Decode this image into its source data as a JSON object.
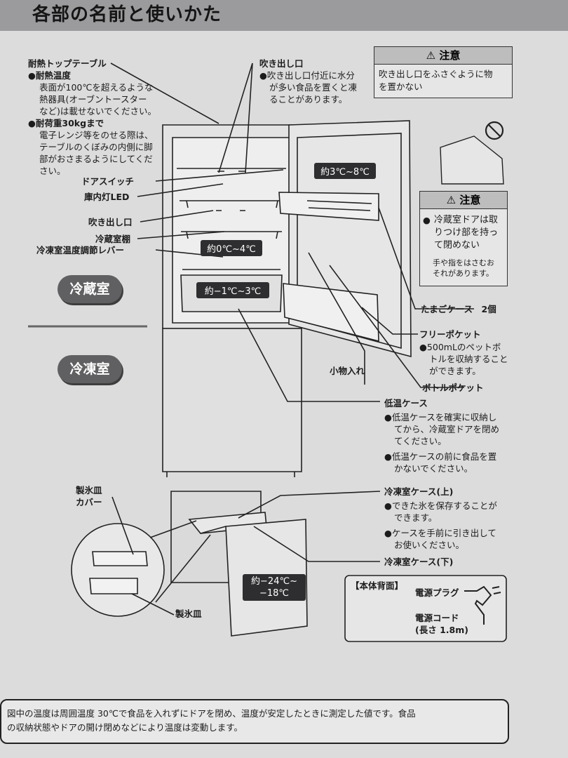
{
  "header": {
    "title": "各部の名前と使いかた"
  },
  "caution1": {
    "title": "注意",
    "lines": [
      "吹き出し口をふさぐように物",
      "を置かない"
    ]
  },
  "caution2": {
    "title": "注意",
    "lines": [
      "冷蔵室ドアは取",
      "りつけ部を持っ",
      "て閉めない"
    ],
    "sub": [
      "手や指をはさむお",
      "それがあります。"
    ]
  },
  "labels": {
    "top_table": "耐熱トップテーブル",
    "heat_title": "●耐熱温度",
    "heat_lines": [
      "表面が100℃を超えるような",
      "熱器具(オーブントースター",
      "など)は載せないでください。"
    ],
    "load_title": "●耐荷重30kgまで",
    "load_lines": [
      "電子レンジ等をのせる際は、",
      "テーブルのくぼみの内側に脚",
      "部がおさまるようにしてくだ",
      "さい。"
    ],
    "outlet_top": "吹き出し口",
    "outlet_top_lines": [
      "●吹き出し口付近に水分",
      "が多い食品を置くと凍",
      "ることがあります。"
    ],
    "door_switch": "ドアスイッチ",
    "led": "庫内灯LED",
    "outlet": "吹き出し口",
    "shelf": "冷蔵室棚",
    "lever": "冷凍室温度調節レバー",
    "egg_case": "たまごケース　2個",
    "free_pocket": "フリーポケット",
    "free_pocket_lines": [
      "●500mLのペットボ",
      "トルを収納すること",
      "ができます。"
    ],
    "small_items": "小物入れ",
    "bottle_pocket": "ボトルポケット",
    "chilled_case": "低温ケース",
    "chilled_lines": [
      "●低温ケースを確実に収納し",
      "てから、冷蔵室ドアを閉め",
      "てください。",
      "●低温ケースの前に食品を置",
      "かないでください。"
    ],
    "ice_cover": [
      "製氷皿",
      "カバー"
    ],
    "freezer_upper": "冷凍室ケース(上)",
    "freezer_upper_lines": [
      "●できた氷を保存することが",
      "できます。",
      "●ケースを手前に引き出して",
      "お使いください。"
    ],
    "freezer_lower": "冷凍室ケース(下)",
    "ice_tray": "製氷皿",
    "back_title": "【本体背面】",
    "plug": "電源プラグ",
    "cord": [
      "電源コード",
      "(長さ 1.8m)"
    ]
  },
  "sections": {
    "fridge": "冷蔵室",
    "freezer": "冷凍室"
  },
  "temps": {
    "door": "約3℃~8℃",
    "fridge": "約0℃~4℃",
    "chilled": "約−1℃~3℃",
    "freezer": [
      "約−24℃~",
      "−18℃"
    ]
  },
  "footer": {
    "lines": [
      "図中の温度は周囲温度 30℃で食品を入れずにドアを閉め、温度が安定したときに測定した値です。食品",
      "の収納状態やドアの開け閉めなどにより温度は変動します。"
    ]
  }
}
